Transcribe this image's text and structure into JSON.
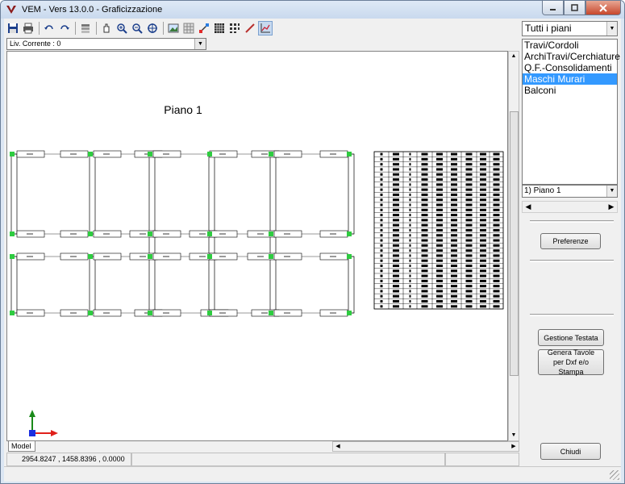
{
  "window": {
    "title": "VEM - Vers 13.0.0 - Graficizzazione"
  },
  "toolbar": {
    "icons": [
      "save-icon",
      "print-icon",
      "undo-icon",
      "redo-icon",
      "layers-icon",
      "pan-icon",
      "zoom-in-icon",
      "zoom-out-icon",
      "zoom-extents-icon",
      "image-icon",
      "grid-icon",
      "snap-icon",
      "table-icon",
      "dots-icon",
      "line-icon",
      "chart-icon"
    ]
  },
  "level_select": {
    "value": "Liv. Corrente : 0"
  },
  "drawing": {
    "title": "Piano 1",
    "node_color": "#2ecc40",
    "axis_colors": {
      "x": "#e0201a",
      "y": "#1a8a1a",
      "origin": "#1a2ee0"
    }
  },
  "model_tab": {
    "label": "Model"
  },
  "status": {
    "coords": "2954.8247 , 1458.8396 , 0.0000",
    "panel2": "",
    "panel3": ""
  },
  "right_panel": {
    "floors_filter": "Tutti i piani",
    "element_list": [
      {
        "label": "Travi/Cordoli",
        "selected": false
      },
      {
        "label": "ArchiTravi/Cerchiature",
        "selected": false
      },
      {
        "label": "Q.F.-Consolidamenti",
        "selected": false
      },
      {
        "label": "Maschi Murari",
        "selected": true
      },
      {
        "label": "Balconi",
        "selected": false
      }
    ],
    "floor_select": "1) Piano 1",
    "preferences_button": "Preferenze",
    "header_button": "Gestione Testata",
    "generate_button": "Genera Tavole per Dxf e/o Stampa",
    "close_button": "Chiudi"
  }
}
